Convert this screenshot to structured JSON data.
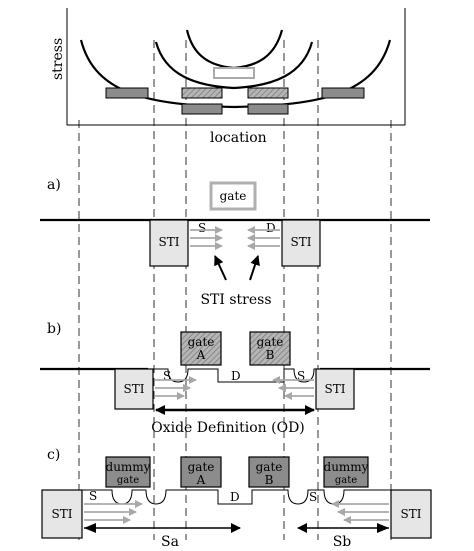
{
  "top_plot": {
    "y_label": "stress",
    "x_label": "location"
  },
  "panel_a": {
    "tag": "a)",
    "gate": "gate",
    "sti_left": "STI",
    "sti_right": "STI",
    "source": "S",
    "drain": "D",
    "stress_label": "STI stress"
  },
  "panel_b": {
    "tag": "b)",
    "gate_a_line1": "gate",
    "gate_a_line2": "A",
    "gate_b_line1": "gate",
    "gate_b_line2": "B",
    "sti_left": "STI",
    "sti_right": "STI",
    "source_left": "S",
    "drain_mid": "D",
    "source_right": "S",
    "od_label": "Oxide Definition (OD)"
  },
  "panel_c": {
    "tag": "c)",
    "dummy_left_line1": "dummy",
    "dummy_left_line2": "gate",
    "gate_a_line1": "gate",
    "gate_a_line2": "A",
    "gate_b_line1": "gate",
    "gate_b_line2": "B",
    "dummy_right_line1": "dummy",
    "dummy_right_line2": "gate",
    "sti_left": "STI",
    "sti_right": "STI",
    "source_left": "S",
    "drain_mid": "D",
    "source_right": "S",
    "sa_label": "Sa",
    "sb_label": "Sb"
  },
  "colors": {
    "gate_dark": "#8c8c8c",
    "gate_hatched": "#9a9a9a",
    "gate_light_border": "#b0b0b0",
    "sti_fill": "#e6e6e6",
    "stress_arrow": "#aaaaaa"
  }
}
